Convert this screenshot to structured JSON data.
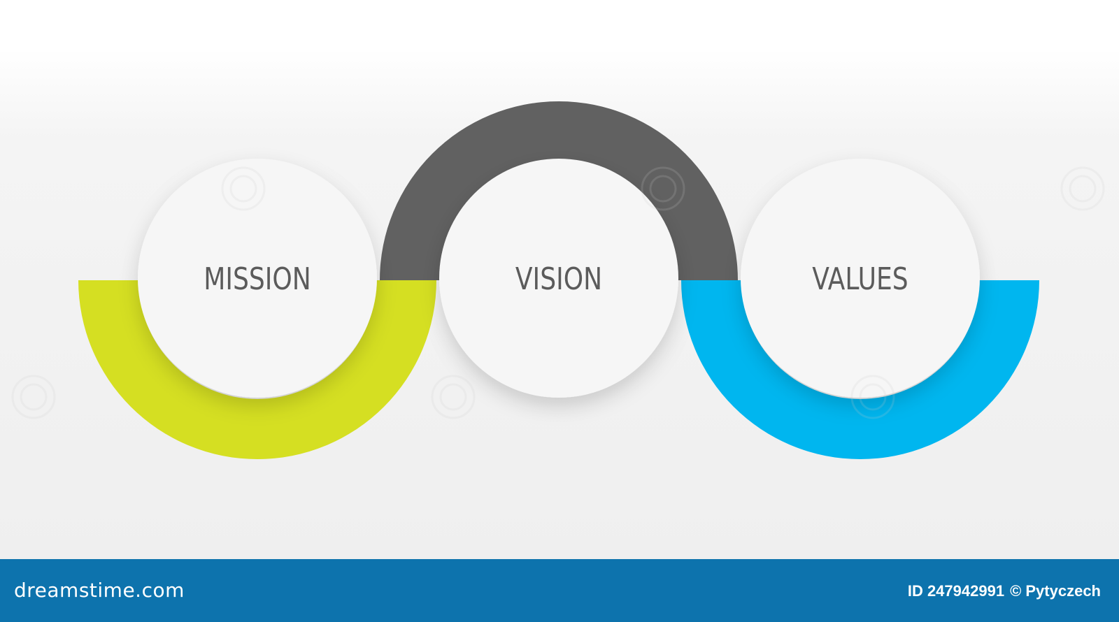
{
  "diagram": {
    "items": [
      {
        "label": "MISSION",
        "color": "#d5df22"
      },
      {
        "label": "VISION",
        "color": "#616161"
      },
      {
        "label": "VALUES",
        "color": "#00b6ef"
      }
    ],
    "text_color": "#5b5b5b",
    "circle_fill": "#f6f6f6"
  },
  "footer": {
    "brand": "dreamstime.com",
    "id_text": "ID 247942991",
    "author": "© Pytyczech",
    "background": "#0d73ad"
  }
}
